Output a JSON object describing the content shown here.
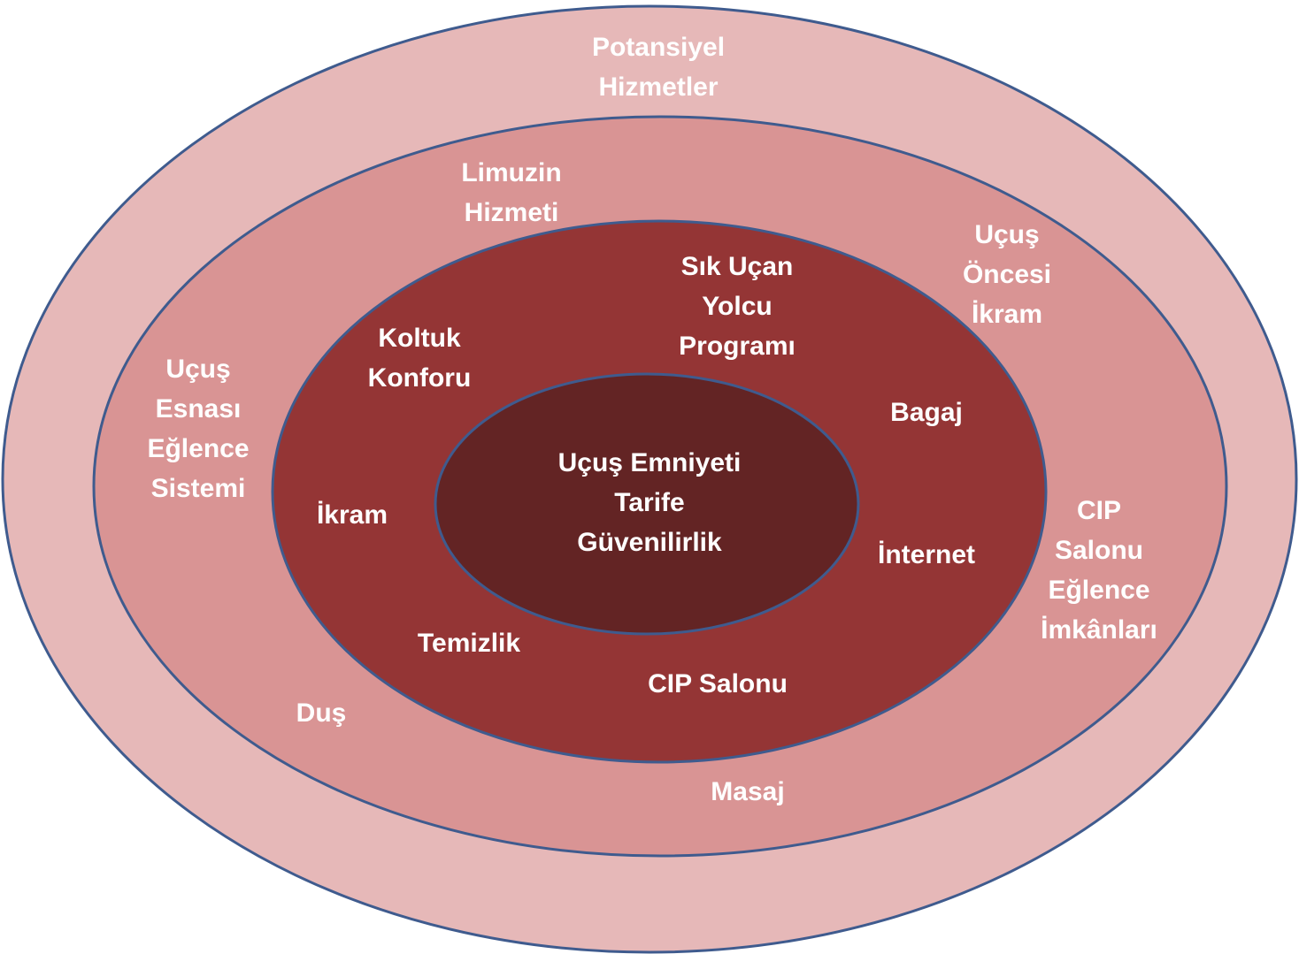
{
  "colors": {
    "outer_ring": "#e6b8b8",
    "middle_ring": "#d99494",
    "inner_ring": "#943535",
    "core": "#632424",
    "ring_border": "#3f5b8e",
    "text": "#ffffff"
  },
  "rings": {
    "outer": {
      "lines": [
        "Potansiyel",
        "Hizmetler"
      ]
    },
    "middle": {
      "limuzin": [
        "Limuzin",
        "Hizmeti"
      ],
      "ucus_oncesi": [
        "Uçuş",
        "Öncesi",
        "İkram"
      ],
      "ucus_esnasi": [
        "Uçuş",
        "Esnası",
        "Eğlence",
        "Sistemi"
      ],
      "cip_eglence": [
        "CIP",
        "Salonu",
        "Eğlence",
        "İmkânları"
      ],
      "dus": [
        "Duş"
      ],
      "masaj": [
        "Masaj"
      ]
    },
    "inner": {
      "sik_ucan": [
        "Sık Uçan",
        "Yolcu",
        "Programı"
      ],
      "koltuk": [
        "Koltuk",
        "Konforu"
      ],
      "bagaj": [
        "Bagaj"
      ],
      "ikram": [
        "İkram"
      ],
      "internet": [
        "İnternet"
      ],
      "temizlik": [
        "Temizlik"
      ],
      "cip_salonu": [
        "CIP Salonu"
      ]
    },
    "core": {
      "lines": [
        "Uçuş Emniyeti",
        "Tarife",
        "Güvenilirlik"
      ]
    }
  }
}
